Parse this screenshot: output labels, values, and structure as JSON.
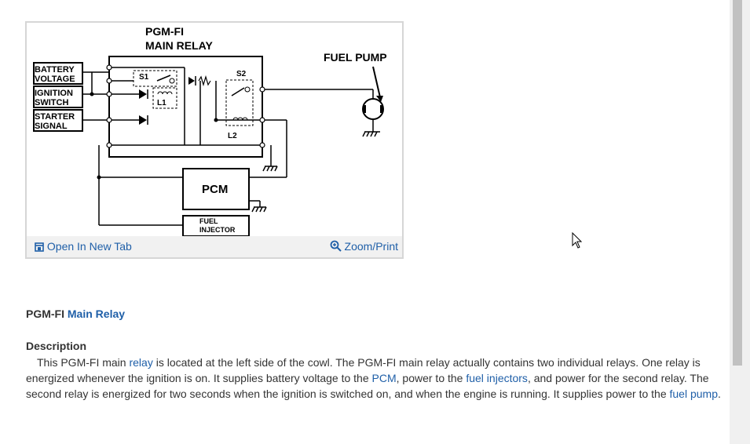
{
  "diagram": {
    "title_line1": "PGM-FI",
    "title_line2": "MAIN RELAY",
    "fuel_pump": "FUEL PUMP",
    "battery_line1": "BATTERY",
    "battery_line2": "VOLTAGE",
    "ignition_line1": "IGNITION",
    "ignition_line2": "SWITCH",
    "starter_line1": "STARTER",
    "starter_line2": "SIGNAL",
    "s1": "S1",
    "s2": "S2",
    "l1": "L1",
    "l2": "L2",
    "pcm": "PCM",
    "injector_line1": "FUEL",
    "injector_line2": "INJECTOR"
  },
  "toolbar": {
    "open_new_tab": "Open In New Tab",
    "zoom_print": "Zoom/Print"
  },
  "article": {
    "title_prefix": "PGM-FI ",
    "title_link": "Main Relay",
    "description_heading": "Description",
    "p1": "This PGM-FI main ",
    "l1": "relay",
    "p2": " is located at the left side of the cowl. The PGM-FI main relay actually contains two individual relays. One relay is energized whenever the ignition is on. It supplies battery voltage to the ",
    "l2": "PCM",
    "p3": ", power to the ",
    "l3": "fuel injectors",
    "p4": ", and power for the second relay. The second relay is energized for two seconds when the ignition is switched on, and when the engine is running. It supplies power to the ",
    "l4": "fuel pump",
    "p5": "."
  },
  "colors": {
    "link": "#1f5fa8",
    "text": "#333333",
    "toolbar_bg": "#f1f1f1",
    "scroll_thumb": "#c1c1c1"
  }
}
